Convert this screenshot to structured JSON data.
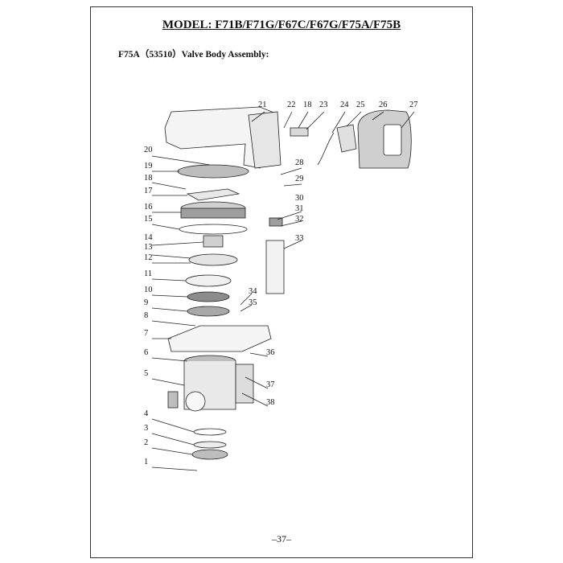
{
  "header": {
    "model_title": "MODEL: F71B/F71G/F67C/F67G/F75A/F75B",
    "subtitle": "F75A（53510）Valve Body Assembly:"
  },
  "footer": {
    "page_number": "–37–"
  },
  "parts": {
    "p1": "1",
    "p2": "2",
    "p3": "3",
    "p4": "4",
    "p5": "5",
    "p6": "6",
    "p7": "7",
    "p8": "8",
    "p9": "9",
    "p10": "10",
    "p11": "11",
    "p12": "12",
    "p13": "13",
    "p14": "14",
    "p15": "15",
    "p16": "16",
    "p17": "17",
    "p18a": "18",
    "p18b": "18",
    "p19": "19",
    "p20": "20",
    "p21": "21",
    "p22": "22",
    "p23": "23",
    "p24": "24",
    "p25": "25",
    "p26": "26",
    "p27": "27",
    "p28": "28",
    "p29": "29",
    "p30": "30",
    "p31": "31",
    "p32": "32",
    "p33": "33",
    "p34": "34",
    "p35": "35",
    "p36": "36",
    "p37": "37",
    "p38": "38"
  }
}
